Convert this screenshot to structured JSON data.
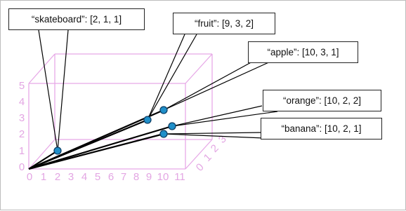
{
  "vectors": [
    {
      "label": "“skateboard”: [2, 1, 1]"
    },
    {
      "label": "“fruit”: [9, 3, 2]"
    },
    {
      "label": "“apple”: [10, 3, 1]"
    },
    {
      "label": "“orange”: [10, 2, 2]"
    },
    {
      "label": "“banana”: [10, 2, 1]"
    }
  ],
  "axes": {
    "x_ticks": [
      "0",
      "1",
      "2",
      "3",
      "4",
      "5",
      "6",
      "7",
      "8",
      "9",
      "10",
      "11"
    ],
    "y_ticks": [
      "0",
      "1",
      "2",
      "3",
      "4",
      "5"
    ],
    "z_ticks": [
      "0",
      "1",
      "2",
      "3"
    ]
  },
  "colors": {
    "grid": "#e7a9e7",
    "point_fill": "#1f8fc9",
    "point_stroke": "#0d3f66",
    "line": "#000000"
  }
}
